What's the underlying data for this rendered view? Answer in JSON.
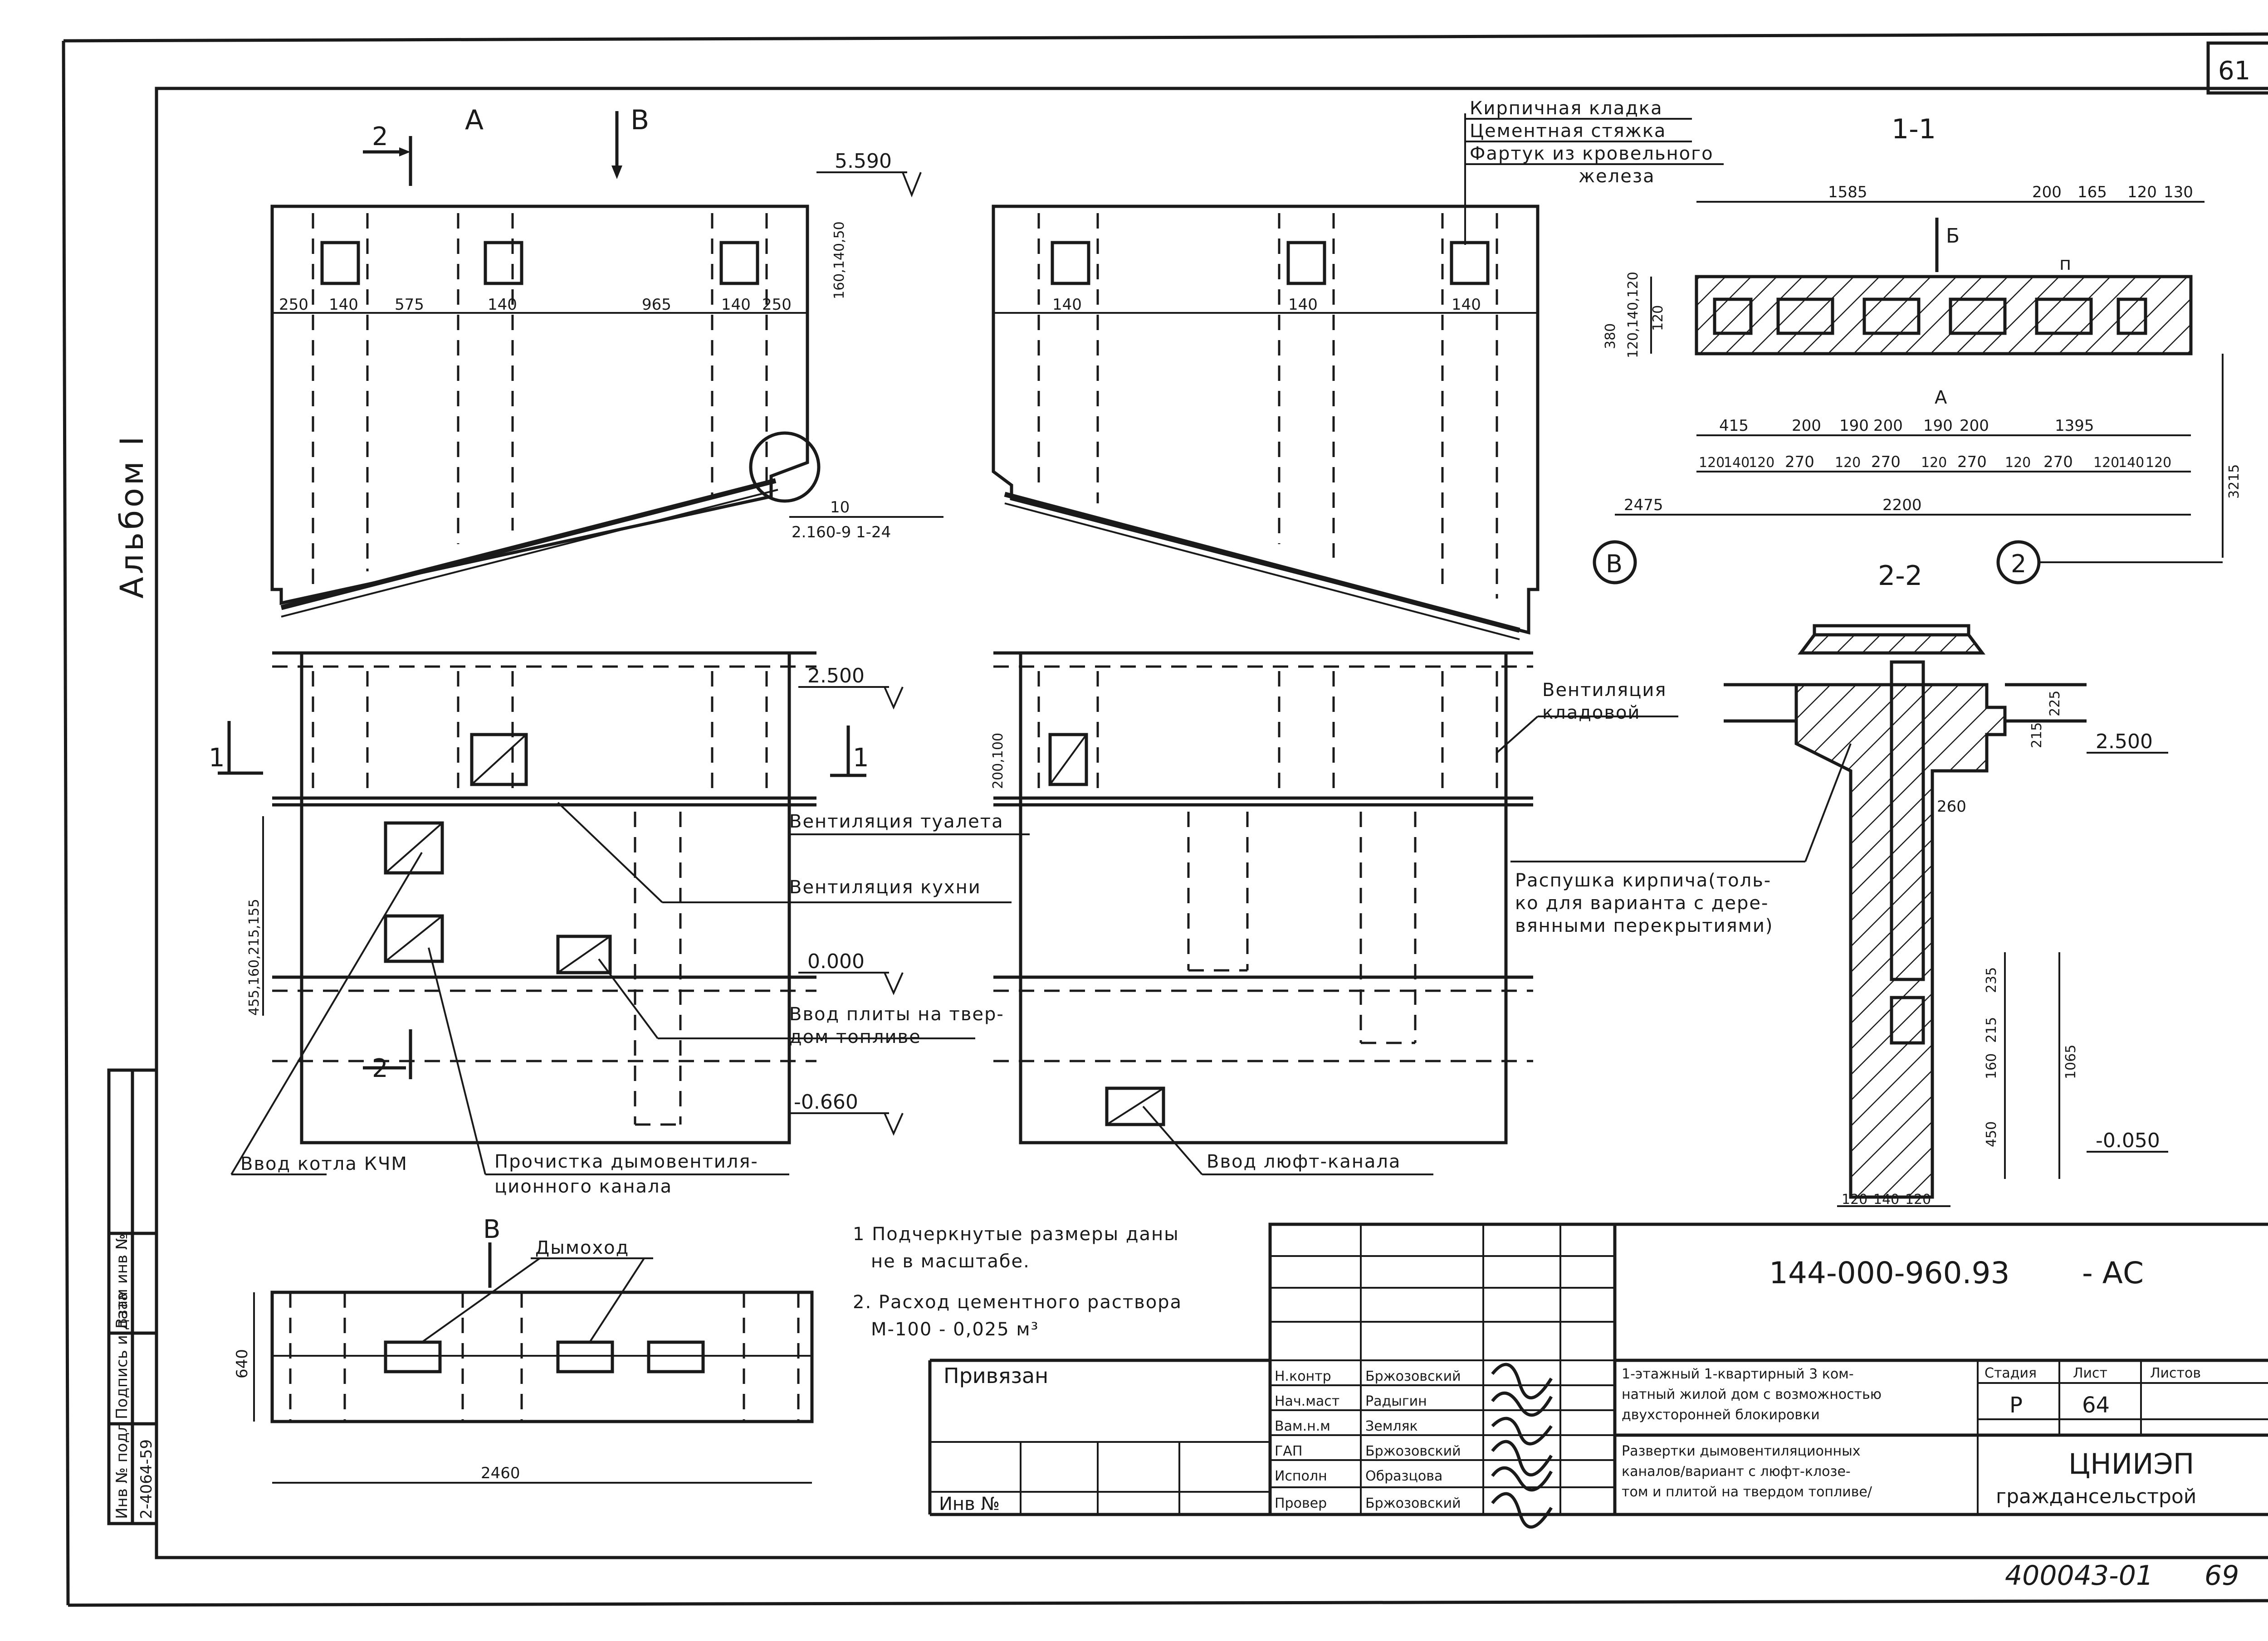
{
  "album_label": "Альбом I",
  "sheet_corner": "61",
  "stamp_bottom": "400043-01",
  "page_bottom": "69",
  "elevation_axes": {
    "a": "A",
    "b": "B"
  },
  "elevation_left": {
    "section_marks": {
      "two_top": "2",
      "one_left": "1",
      "one_right": "1",
      "two_bottom": "2"
    },
    "top_level": "5.590",
    "top_dims": [
      "250",
      "140",
      "575",
      "140",
      "965",
      "140",
      "250"
    ],
    "vertical_dims": "160,140,50",
    "node_ref_top": "10",
    "node_ref_bottom": "2.160-9 1-24",
    "level_2500": "2.500",
    "level_0000": "0.000",
    "level_m0660": "-0.660",
    "side_dims": "455,160,215,155",
    "label_boiler": "Ввод котла КЧМ",
    "label_cleanout_line1": "Прочистка дымовентиля-",
    "label_cleanout_line2": "ционного канала",
    "label_kitchen": "Вентиляция кухни",
    "label_stove_line1": "Ввод плиты на твер-",
    "label_stove_line2": "дом топливе",
    "label_toilet": "Вентиляция туалета"
  },
  "elevation_right": {
    "roof_layers": [
      "Кирпичная кладка",
      "Цементная стяжка",
      "Фартук из кровельного",
      "железа"
    ],
    "top_dims": [
      "140",
      "140",
      "140"
    ],
    "side_dims": "200,100",
    "label_pantry_line1": "Вентиляция",
    "label_pantry_line2": "кладовой",
    "label_luft": "Ввод люфт-канала"
  },
  "section_1_1": {
    "title": "1-1",
    "top_dims": [
      "1585",
      "200",
      "165",
      "120",
      "130"
    ],
    "mark_b": "Б",
    "mark_p": "п",
    "left_dims": [
      "380",
      "120,140,120",
      "120"
    ],
    "dims_row1": [
      "415",
      "200",
      "190",
      "200",
      "190",
      "200",
      "1395"
    ],
    "dims_row2": [
      "120",
      "140",
      "120",
      "270",
      "120",
      "270",
      "120",
      "270",
      "120",
      "270",
      "120",
      "140",
      "120"
    ],
    "mark_a": "А",
    "bottom_dims": [
      "2475",
      "2200"
    ],
    "right_dim": "3215",
    "axis_b": "В",
    "axis_2": "2"
  },
  "section_2_2": {
    "title": "2-2",
    "dims_right": [
      "225",
      "215"
    ],
    "level_2500": "2.500",
    "dim_260": "260",
    "label_line1": "Распушка кирпича(толь-",
    "label_line2": "ко для варианта с дере-",
    "label_line3": "вянными перекрытиями)",
    "lower_dims": [
      "235",
      "215",
      "160",
      "450"
    ],
    "total_1065": "1065",
    "level_m0050": "-0.050",
    "bottom_dims": [
      "120",
      "140",
      "120"
    ]
  },
  "plan_b": {
    "axis": "В",
    "label_chimney": "Дымоход",
    "dim_640": "640",
    "dim_2460": "2460"
  },
  "notes": {
    "n1_line1": "1 Подчеркнутые размеры даны",
    "n1_line2": "не в масштабе.",
    "n2_line1": "2. Расход цементного раствора",
    "n2_line2": "М-100 - 0,025 м³"
  },
  "left_strip": {
    "cells": [
      "Инв № подл",
      "Подпись и дата",
      "Взам инв №"
    ],
    "inv_number": "2-4064-59"
  },
  "title_block": {
    "code": "144-000-960.93",
    "code_suffix": "- АС",
    "privyazan": "Привязан",
    "inv": "Инв №",
    "roles": [
      "Н.контр",
      "Нач.маст",
      "Вам.н.м",
      "ГАП",
      "Исполн",
      "Провер"
    ],
    "names": [
      "Бржозовский",
      "Радыгин",
      "Земляк",
      "Бржозовский",
      "Образцова",
      "Бржозовский"
    ],
    "project_line1": "1-этажный 1-квартирный 3 ком-",
    "project_line2": "натный жилой дом с возможностью",
    "project_line3": "двухсторонней блокировки",
    "sheet_line1": "Развертки дымовентиляционных",
    "sheet_line2": "каналов/вариант с люфт-клозе-",
    "sheet_line3": "том и плитой на твердом топливе/",
    "stage_label": "Стадия",
    "sheet_label": "Лист",
    "sheets_label": "Листов",
    "stage_value": "Р",
    "sheet_value": "64",
    "org_line1": "ЦНИИЭП",
    "org_line2": "граждансельстрой"
  }
}
